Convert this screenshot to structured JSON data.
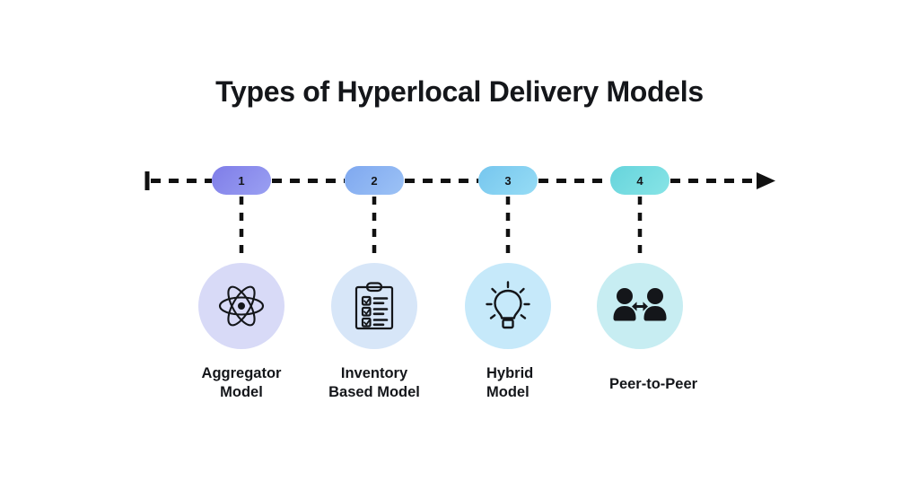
{
  "page": {
    "title": "Types of Hyperlocal Delivery Models",
    "background_color": "#ffffff",
    "text_color": "#14161a"
  },
  "timeline": {
    "axis_color": "#111111",
    "line_style": "dashed",
    "start_cap": "bar",
    "end_cap": "arrowhead",
    "connector_style": "dashed-vertical"
  },
  "steps": [
    {
      "number": "1",
      "label": "Aggregator\nModel",
      "badge_color_from": "#7F7DE8",
      "badge_color_to": "#9AA0F2",
      "circle_color": "#D8DAF7",
      "icon": "atom-icon",
      "align": "center"
    },
    {
      "number": "2",
      "label": "Inventory\nBased Model",
      "badge_color_from": "#7FA8F0",
      "badge_color_to": "#9CC2F5",
      "circle_color": "#D7E6F8",
      "icon": "clipboard-checklist-icon",
      "align": "center"
    },
    {
      "number": "3",
      "label": "Hybrid\nModel",
      "badge_color_from": "#76C6EE",
      "badge_color_to": "#96DCF5",
      "circle_color": "#C6E9FA",
      "icon": "lightbulb-icon",
      "align": "left"
    },
    {
      "number": "4",
      "label": "Peer-to-Peer",
      "badge_color_from": "#66D4DC",
      "badge_color_to": "#87E4E6",
      "circle_color": "#C7EDF2",
      "icon": "people-exchange-icon",
      "align": "center"
    }
  ]
}
